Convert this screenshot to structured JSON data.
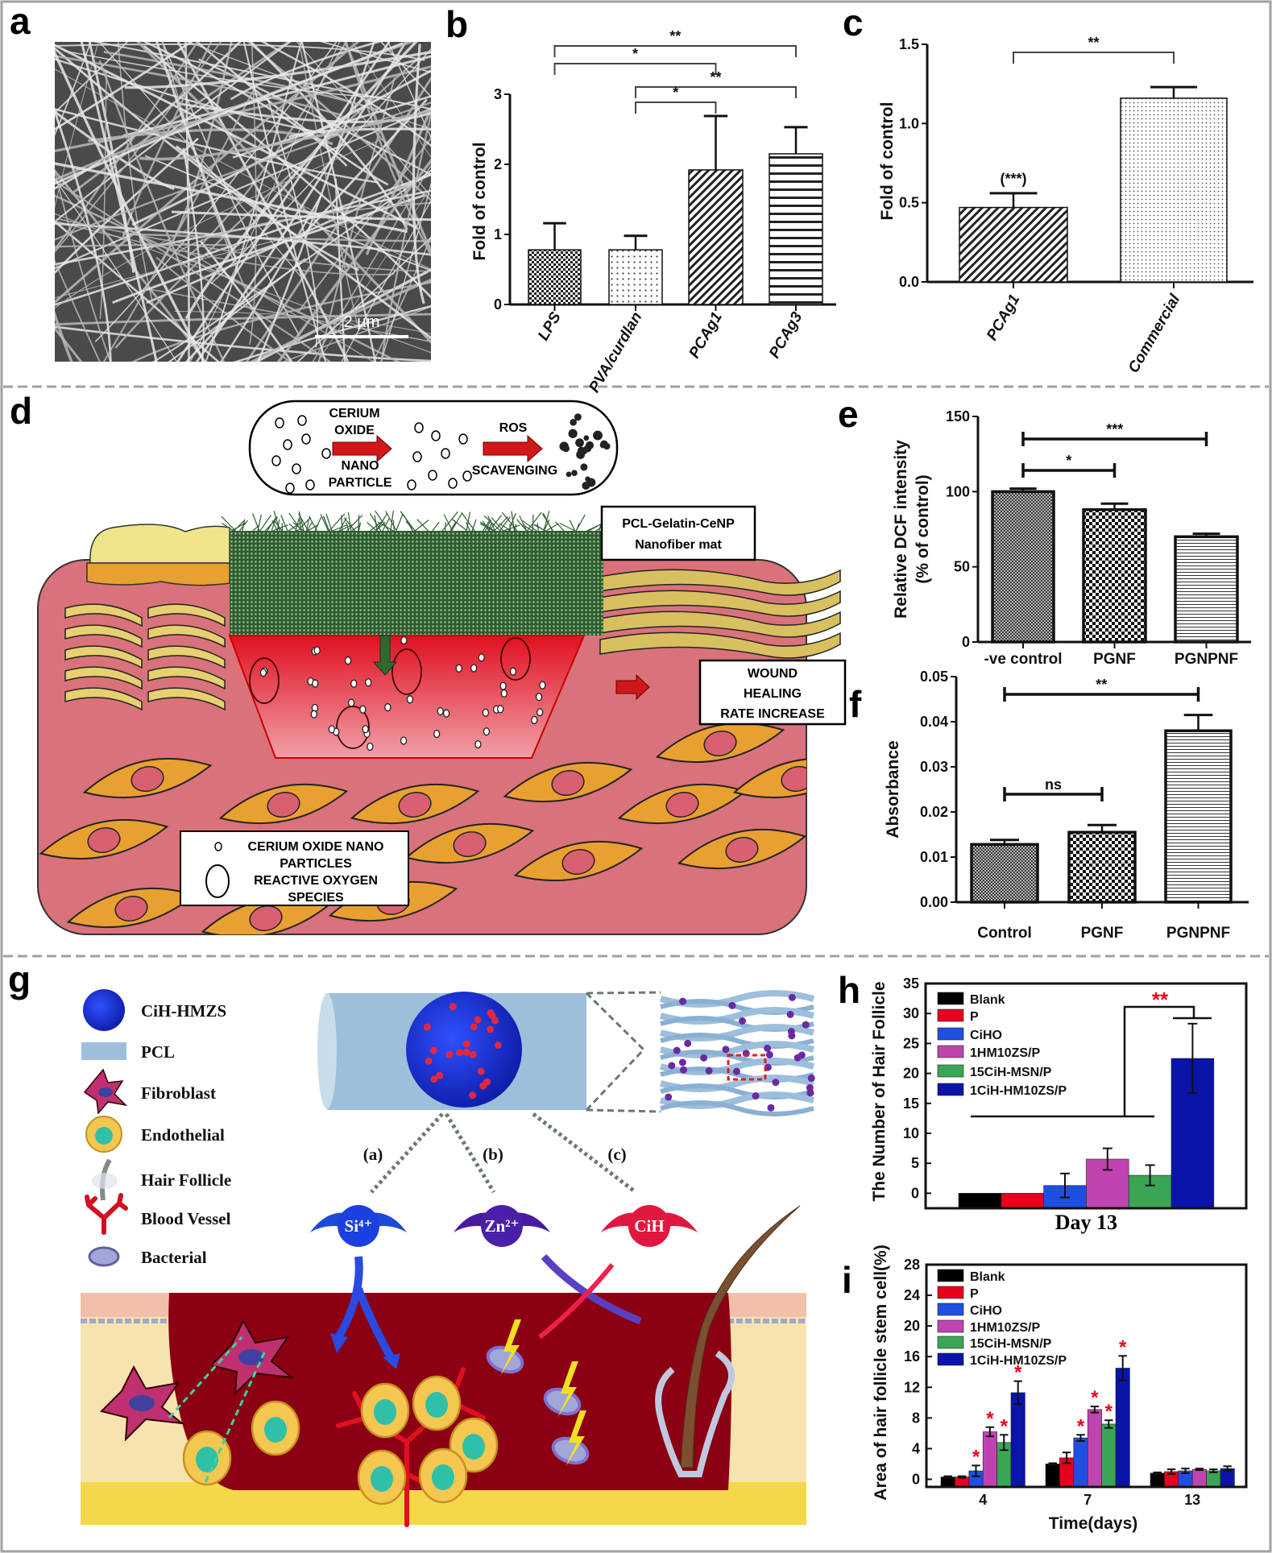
{
  "panel_labels": {
    "a": "a",
    "b": "b",
    "c": "c",
    "d": "d",
    "e": "e",
    "f": "f",
    "g": "g",
    "h": "h",
    "i": "i"
  },
  "panel_a": {
    "scale_bar": "2 µm"
  },
  "panel_d": {
    "capsule": {
      "line1": "CERIUM",
      "line2": "OXIDE",
      "line3": "NANO",
      "line4": "PARTICLE",
      "ros": "ROS",
      "scavenging": "SCAVENGING"
    },
    "mat_label": [
      "PCL-Gelatin-CeNP",
      "Nanofiber mat"
    ],
    "outcome": [
      "WOUND",
      "HEALING",
      "RATE INCREASE"
    ],
    "legend": [
      "CERIUM OXIDE NANO",
      "PARTICLES",
      "REACTIVE OXYGEN",
      "SPECIES"
    ],
    "colors": {
      "tissue": "#d9727a",
      "mat": "#2e5e2e",
      "cell": "#e8a030",
      "arrow": "#d01818"
    }
  },
  "panel_g": {
    "legend": [
      "CiH-HMZS",
      "PCL",
      "Fibroblast",
      "Endothelial",
      "Hair Follicle",
      "Blood Vessel",
      "Bacterial"
    ],
    "pathways": [
      "(a)",
      "(b)",
      "(c)"
    ],
    "ions": [
      "Si⁴⁺",
      "Zn²⁺",
      "CiH"
    ],
    "colors": {
      "wound": "#8b0012",
      "pcl": "#9dbfdc",
      "sphere": "#1530d0"
    }
  },
  "chart_data": [
    {
      "panel": "b",
      "type": "bar",
      "categories": [
        "LPS",
        "PVA/curdlan",
        "PCAg1",
        "PCAg3"
      ],
      "values": [
        0.78,
        0.78,
        1.92,
        2.15
      ],
      "errors": [
        0.38,
        0.2,
        0.77,
        0.38
      ],
      "ylabel": "Fold of control",
      "ylim": [
        0,
        3
      ],
      "yticks": [
        "0",
        "1",
        "2",
        "3"
      ],
      "significance": [
        {
          "from": 0,
          "to": 3,
          "label": "**"
        },
        {
          "from": 0,
          "to": 2,
          "label": "*"
        },
        {
          "from": 1,
          "to": 3,
          "label": "**"
        },
        {
          "from": 1,
          "to": 2,
          "label": "*"
        }
      ]
    },
    {
      "panel": "c",
      "type": "bar",
      "categories": [
        "PCAg1",
        "Commercial"
      ],
      "values": [
        0.47,
        1.16
      ],
      "errors": [
        0.09,
        0.07
      ],
      "ylabel": "Fold of control",
      "ylim": [
        0,
        1.5
      ],
      "yticks": [
        "0.0",
        "0.5",
        "1.0",
        "1.5"
      ],
      "annotations": [
        {
          "bar": 0,
          "label": "(***)"
        }
      ],
      "significance": [
        {
          "from": 0,
          "to": 1,
          "label": "**"
        }
      ]
    },
    {
      "panel": "e",
      "type": "bar",
      "categories": [
        "-ve control",
        "PGNF",
        "PGNPNF"
      ],
      "values": [
        100,
        88,
        70
      ],
      "errors": [
        2,
        4,
        2
      ],
      "ylabel": "Relative DCF intensity",
      "ylabel_line2": "(% of control)",
      "ylim": [
        0,
        150
      ],
      "yticks": [
        "0",
        "50",
        "100",
        "150"
      ],
      "significance": [
        {
          "from": 0,
          "to": 1,
          "label": "*"
        },
        {
          "from": 0,
          "to": 2,
          "label": "***"
        }
      ]
    },
    {
      "panel": "f",
      "type": "bar",
      "categories": [
        "Control",
        "PGNF",
        "PGNPNF"
      ],
      "values": [
        0.0128,
        0.0155,
        0.038
      ],
      "errors": [
        0.001,
        0.0016,
        0.0035
      ],
      "ylabel": "Absorbance",
      "ylim": [
        0,
        0.05
      ],
      "yticks": [
        "0.00",
        "0.01",
        "0.02",
        "0.03",
        "0.04",
        "0.05"
      ],
      "significance": [
        {
          "from": 0,
          "to": 1,
          "label": "ns"
        },
        {
          "from": 0,
          "to": 2,
          "label": "**"
        }
      ]
    },
    {
      "panel": "h",
      "type": "bar",
      "categories": [
        "Day 13"
      ],
      "series": [
        {
          "name": "Blank",
          "color": "#000000",
          "values": [
            0
          ],
          "errors": [
            0
          ]
        },
        {
          "name": "P",
          "color": "#e8001c",
          "values": [
            0
          ],
          "errors": [
            0
          ]
        },
        {
          "name": "CiHO",
          "color": "#1f4fe0",
          "values": [
            1.3
          ],
          "errors": [
            2.0
          ]
        },
        {
          "name": "1HM10ZS/P",
          "color": "#c044b0",
          "values": [
            5.7
          ],
          "errors": [
            1.8
          ]
        },
        {
          "name": "15CiH-MSN/P",
          "color": "#3aa655",
          "values": [
            3.0
          ],
          "errors": [
            1.7
          ]
        },
        {
          "name": "1CiH-HM10ZS/P",
          "color": "#0a14a8",
          "values": [
            22.5
          ],
          "errors": [
            5.8
          ]
        }
      ],
      "ylabel": "The Number of Hair Follicle",
      "ylim": [
        -2.5,
        35
      ],
      "yticks": [
        "0",
        "5",
        "10",
        "15",
        "20",
        "25",
        "30",
        "35"
      ],
      "significance": [
        {
          "label": "**",
          "color": "#e8001c"
        }
      ],
      "legend": "top-left"
    },
    {
      "panel": "i",
      "type": "bar",
      "categories": [
        "4",
        "7",
        "13"
      ],
      "series": [
        {
          "name": "Blank",
          "color": "#000000",
          "values": [
            0.3,
            2.0,
            0.8
          ],
          "errors": [
            0.1,
            0.1,
            0.1
          ]
        },
        {
          "name": "P",
          "color": "#e8001c",
          "values": [
            0.3,
            2.8,
            1.0
          ],
          "errors": [
            0.1,
            0.7,
            0.3
          ]
        },
        {
          "name": "CiHO",
          "color": "#1f4fe0",
          "values": [
            1.1,
            5.4,
            1.1
          ],
          "errors": [
            0.7,
            0.4,
            0.3
          ]
        },
        {
          "name": "1HM10ZS/P",
          "color": "#c044b0",
          "values": [
            6.2,
            9.1,
            1.3
          ],
          "errors": [
            0.6,
            0.4,
            0.1
          ]
        },
        {
          "name": "15CiH-MSN/P",
          "color": "#3aa655",
          "values": [
            4.8,
            7.2,
            1.1
          ],
          "errors": [
            1.0,
            0.5,
            0.2
          ]
        },
        {
          "name": "1CiH-HM10ZS/P",
          "color": "#0a14a8",
          "values": [
            11.3,
            14.5,
            1.4
          ],
          "errors": [
            1.5,
            1.6,
            0.3
          ]
        }
      ],
      "xlabel": "Time(days)",
      "ylabel": "Area of hair follicle stem cell(%)",
      "ylim": [
        -1,
        28
      ],
      "yticks": [
        "0",
        "4",
        "8",
        "12",
        "16",
        "20",
        "24",
        "28"
      ],
      "significance_marks": [
        {
          "category": 0,
          "series": 2,
          "label": "*"
        },
        {
          "category": 0,
          "series": 3,
          "label": "*"
        },
        {
          "category": 0,
          "series": 4,
          "label": "*"
        },
        {
          "category": 0,
          "series": 5,
          "label": "*"
        },
        {
          "category": 1,
          "series": 2,
          "label": "*"
        },
        {
          "category": 1,
          "series": 3,
          "label": "*"
        },
        {
          "category": 1,
          "series": 4,
          "label": "*"
        },
        {
          "category": 1,
          "series": 5,
          "label": "*"
        }
      ],
      "legend": "top-left"
    }
  ]
}
